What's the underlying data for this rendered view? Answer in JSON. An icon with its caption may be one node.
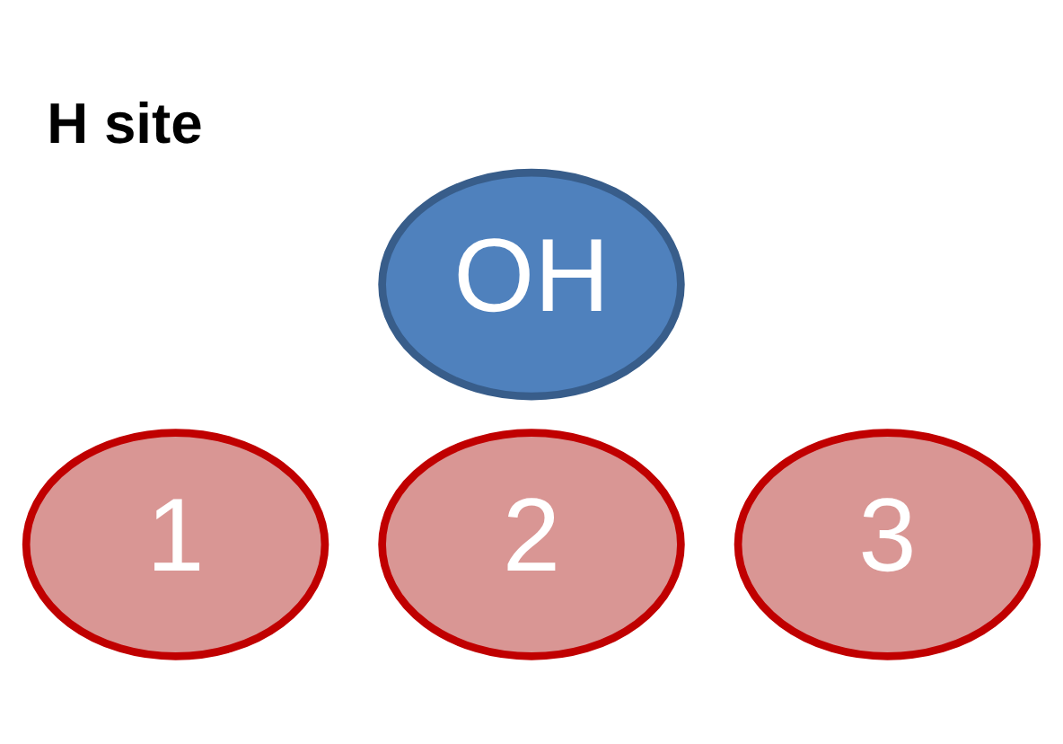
{
  "diagram": {
    "title": "H site",
    "nodes": [
      {
        "text": [
          "OH"
        ]
      },
      {
        "text": [
          "1"
        ]
      },
      {
        "text": [
          "2"
        ]
      },
      {
        "text": [
          "3"
        ]
      }
    ]
  }
}
